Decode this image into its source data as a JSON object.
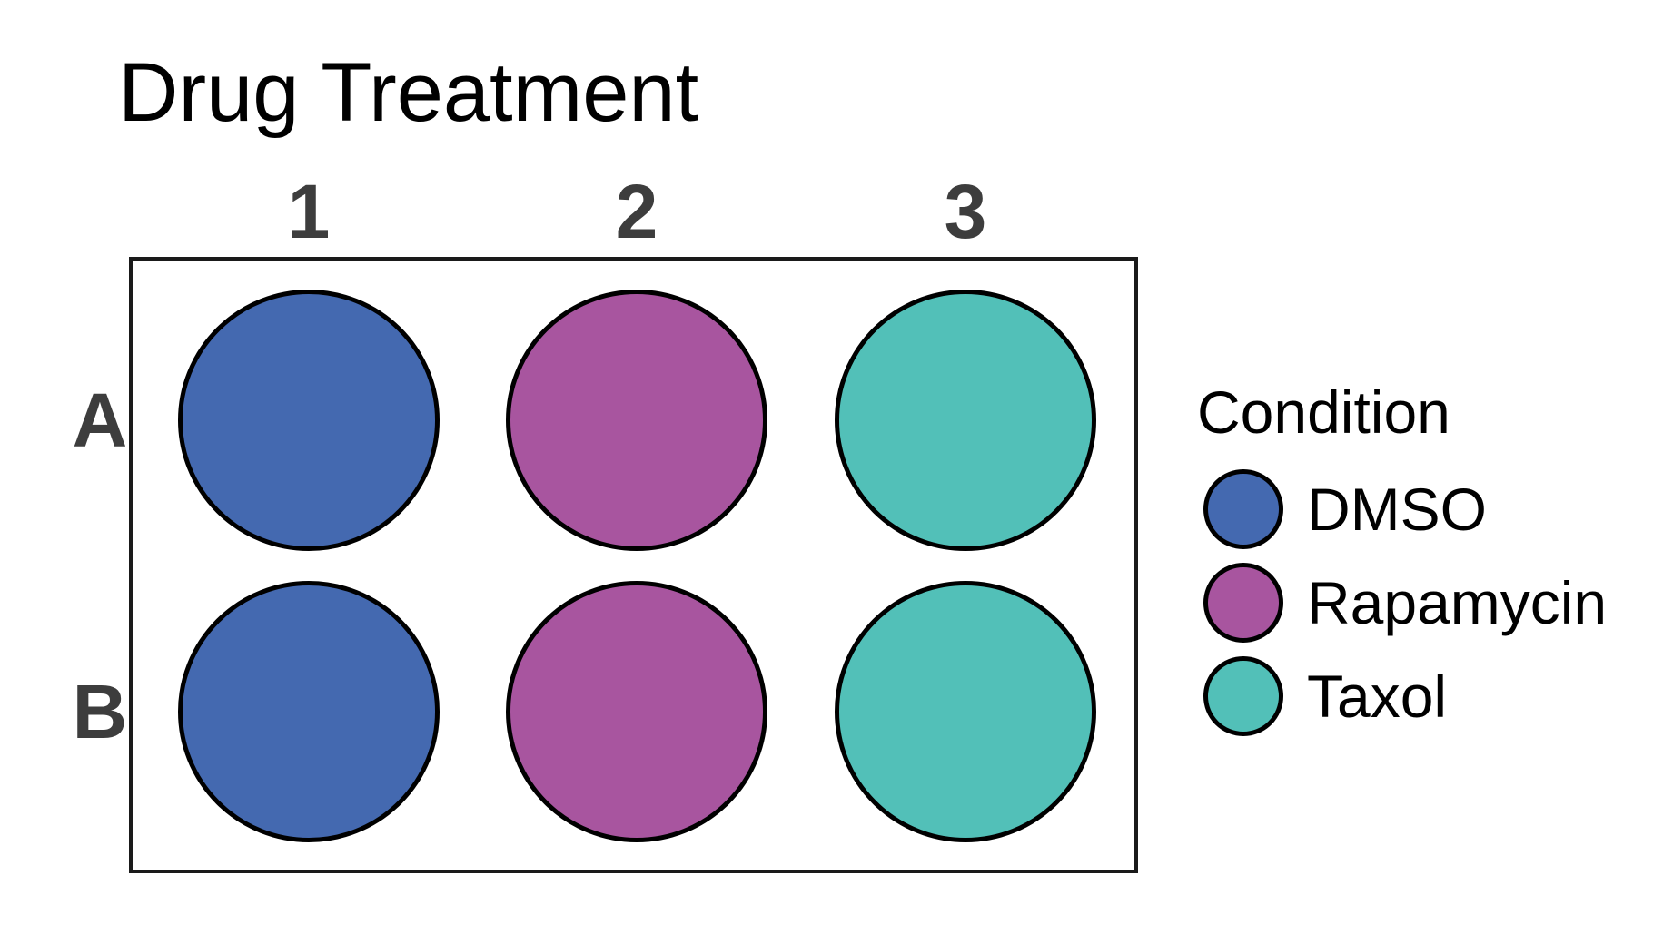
{
  "title": "Drug Treatment",
  "plate": {
    "column_labels": [
      "1",
      "2",
      "3"
    ],
    "row_labels": [
      "A",
      "B"
    ],
    "wells": [
      {
        "id": "A1",
        "row": "A",
        "column": "1",
        "condition": "DMSO"
      },
      {
        "id": "A2",
        "row": "A",
        "column": "2",
        "condition": "Rapamycin"
      },
      {
        "id": "A3",
        "row": "A",
        "column": "3",
        "condition": "Taxol"
      },
      {
        "id": "B1",
        "row": "B",
        "column": "1",
        "condition": "DMSO"
      },
      {
        "id": "B2",
        "row": "B",
        "column": "2",
        "condition": "Rapamycin"
      },
      {
        "id": "B3",
        "row": "B",
        "column": "3",
        "condition": "Taxol"
      }
    ]
  },
  "legend": {
    "title": "Condition",
    "items": [
      {
        "label": "DMSO",
        "color": "#4469B0"
      },
      {
        "label": "Rapamycin",
        "color": "#A8559F"
      },
      {
        "label": "Taxol",
        "color": "#52C0B8"
      }
    ]
  },
  "colors": {
    "DMSO": "#4469B0",
    "Rapamycin": "#A8559F",
    "Taxol": "#52C0B8",
    "well_outline": "#000000",
    "plate_border": "#1a1a1a",
    "axis_label": "#3d3d3d",
    "title": "#000000",
    "background": "#ffffff"
  },
  "chart_data": {
    "type": "heatmap",
    "title": "Drug Treatment",
    "x_categories": [
      "1",
      "2",
      "3"
    ],
    "y_categories": [
      "A",
      "B"
    ],
    "values": [
      [
        "DMSO",
        "Rapamycin",
        "Taxol"
      ],
      [
        "DMSO",
        "Rapamycin",
        "Taxol"
      ]
    ],
    "legend_title": "Condition",
    "legend_entries": [
      "DMSO",
      "Rapamycin",
      "Taxol"
    ],
    "legend_position": "right",
    "colors": {
      "DMSO": "#4469B0",
      "Rapamycin": "#A8559F",
      "Taxol": "#52C0B8"
    },
    "grid": false,
    "marker": "circle"
  }
}
